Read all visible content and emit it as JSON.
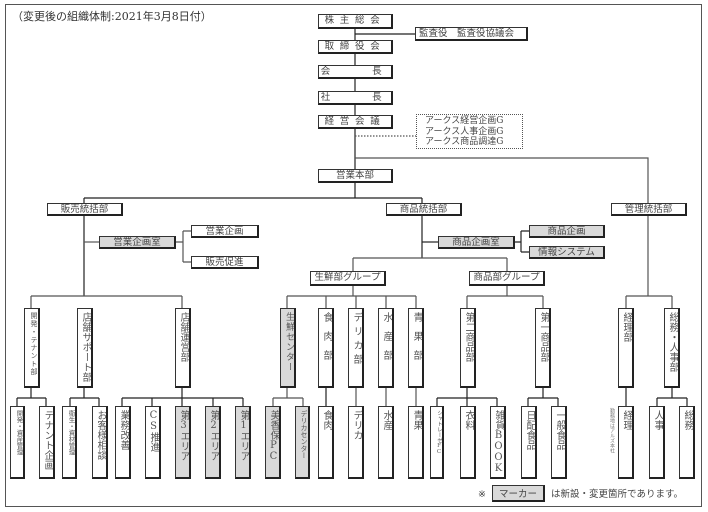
{
  "title": "（変更後の組織体制:2021年3月8日付）",
  "top_chain": {
    "shareholders": "株主総会",
    "auditors": "監査役　監査役協議会",
    "board": "取締役会",
    "chairman": "会　　長",
    "president": "社　　長",
    "management_meeting": "経営会議",
    "arcs_groups": [
      "アークス経営企画G",
      "アークス人事企画G",
      "アークス商品調達G"
    ],
    "sales_hq": "営業本部"
  },
  "divisions": {
    "sales": {
      "label": "販売統括部",
      "planning_office": "営業企画室",
      "planning_children": [
        "営業企画",
        "販売促進"
      ],
      "departments": [
        {
          "label": "開発・テナント部",
          "children": [
            "開発・資産管理",
            "テナント企画"
          ]
        },
        {
          "label": "店舗サポート部",
          "children": [
            "衛生・資材管理",
            "お客様相談"
          ]
        },
        {
          "label": "店舗運営部",
          "children": [
            "業務改善",
            "CS推進",
            "第3エリア",
            "第2エリア",
            "第1エリア"
          ]
        }
      ]
    },
    "merchandise": {
      "label": "商品統括部",
      "planning_office": "商品企画室",
      "planning_children": [
        "商品企画",
        "情報システム"
      ],
      "fresh_group": {
        "label": "生鮮部グループ",
        "departments": [
          {
            "label": "生鮮センター",
            "children": [
              "美香保PC",
              "デリカセンター"
            ]
          },
          {
            "label": "食肉部",
            "children": [
              "食肉"
            ]
          },
          {
            "label": "デリカ部",
            "children": [
              "デリカ"
            ]
          },
          {
            "label": "水産部",
            "children": [
              "水産"
            ]
          },
          {
            "label": "青果部",
            "children": [
              "青果"
            ]
          }
        ]
      },
      "goods_group": {
        "label": "商品部グループ",
        "departments": [
          {
            "label": "第二商品部",
            "children": [
              "シャトレーゼFC",
              "衣料",
              "雑貨BOOK"
            ]
          },
          {
            "label": "第一商品部",
            "children": [
              "日配食品",
              "一般食品"
            ]
          }
        ]
      }
    },
    "admin": {
      "label": "管理統括部",
      "departments": [
        {
          "label": "経理部",
          "children": [
            "経理"
          ],
          "note": "勤務地はアルズ本社"
        },
        {
          "label": "総務・人事部",
          "children": [
            "人事",
            "総務"
          ]
        }
      ]
    }
  },
  "legend": {
    "prefix": "※",
    "marker": "マーカー",
    "text": "は新設・変更箇所であります。"
  },
  "colors": {
    "highlight": "#d9d9d9",
    "line": "#222222"
  }
}
